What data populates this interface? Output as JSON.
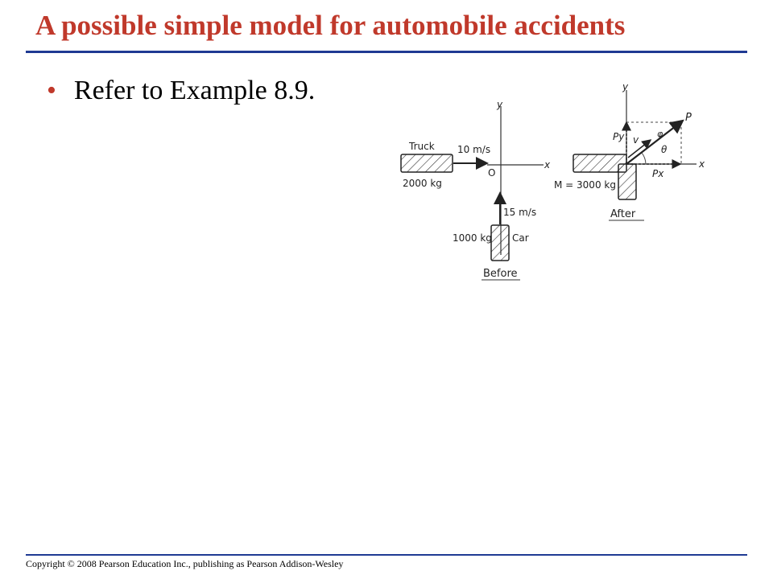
{
  "slide": {
    "title": "A possible simple model for automobile accidents",
    "bullet_text": "Refer to Example 8.9.",
    "bullet_glyph": "•",
    "copyright": "Copyright © 2008 Pearson Education Inc., publishing as Pearson Addison-Wesley"
  },
  "figure": {
    "before": {
      "y_axis": "y",
      "x_axis": "x",
      "origin": "O",
      "truck_label": "Truck",
      "truck_speed": "10 m/s",
      "truck_mass": "2000 kg",
      "car_speed": "15 m/s",
      "car_mass": "1000 kg",
      "car_label": "Car",
      "caption": "Before"
    },
    "after": {
      "y_axis": "y",
      "x_axis": "x",
      "p_label": "P",
      "v_label": "v",
      "py_label": "Py",
      "px_label": "Px",
      "theta_label": "θ",
      "phi_label": "φ",
      "mass_label": "M = 3000 kg",
      "caption": "After"
    }
  },
  "colors": {
    "title": "#c0392b",
    "bullet": "#c0392b",
    "rule": "#1f3a93"
  }
}
